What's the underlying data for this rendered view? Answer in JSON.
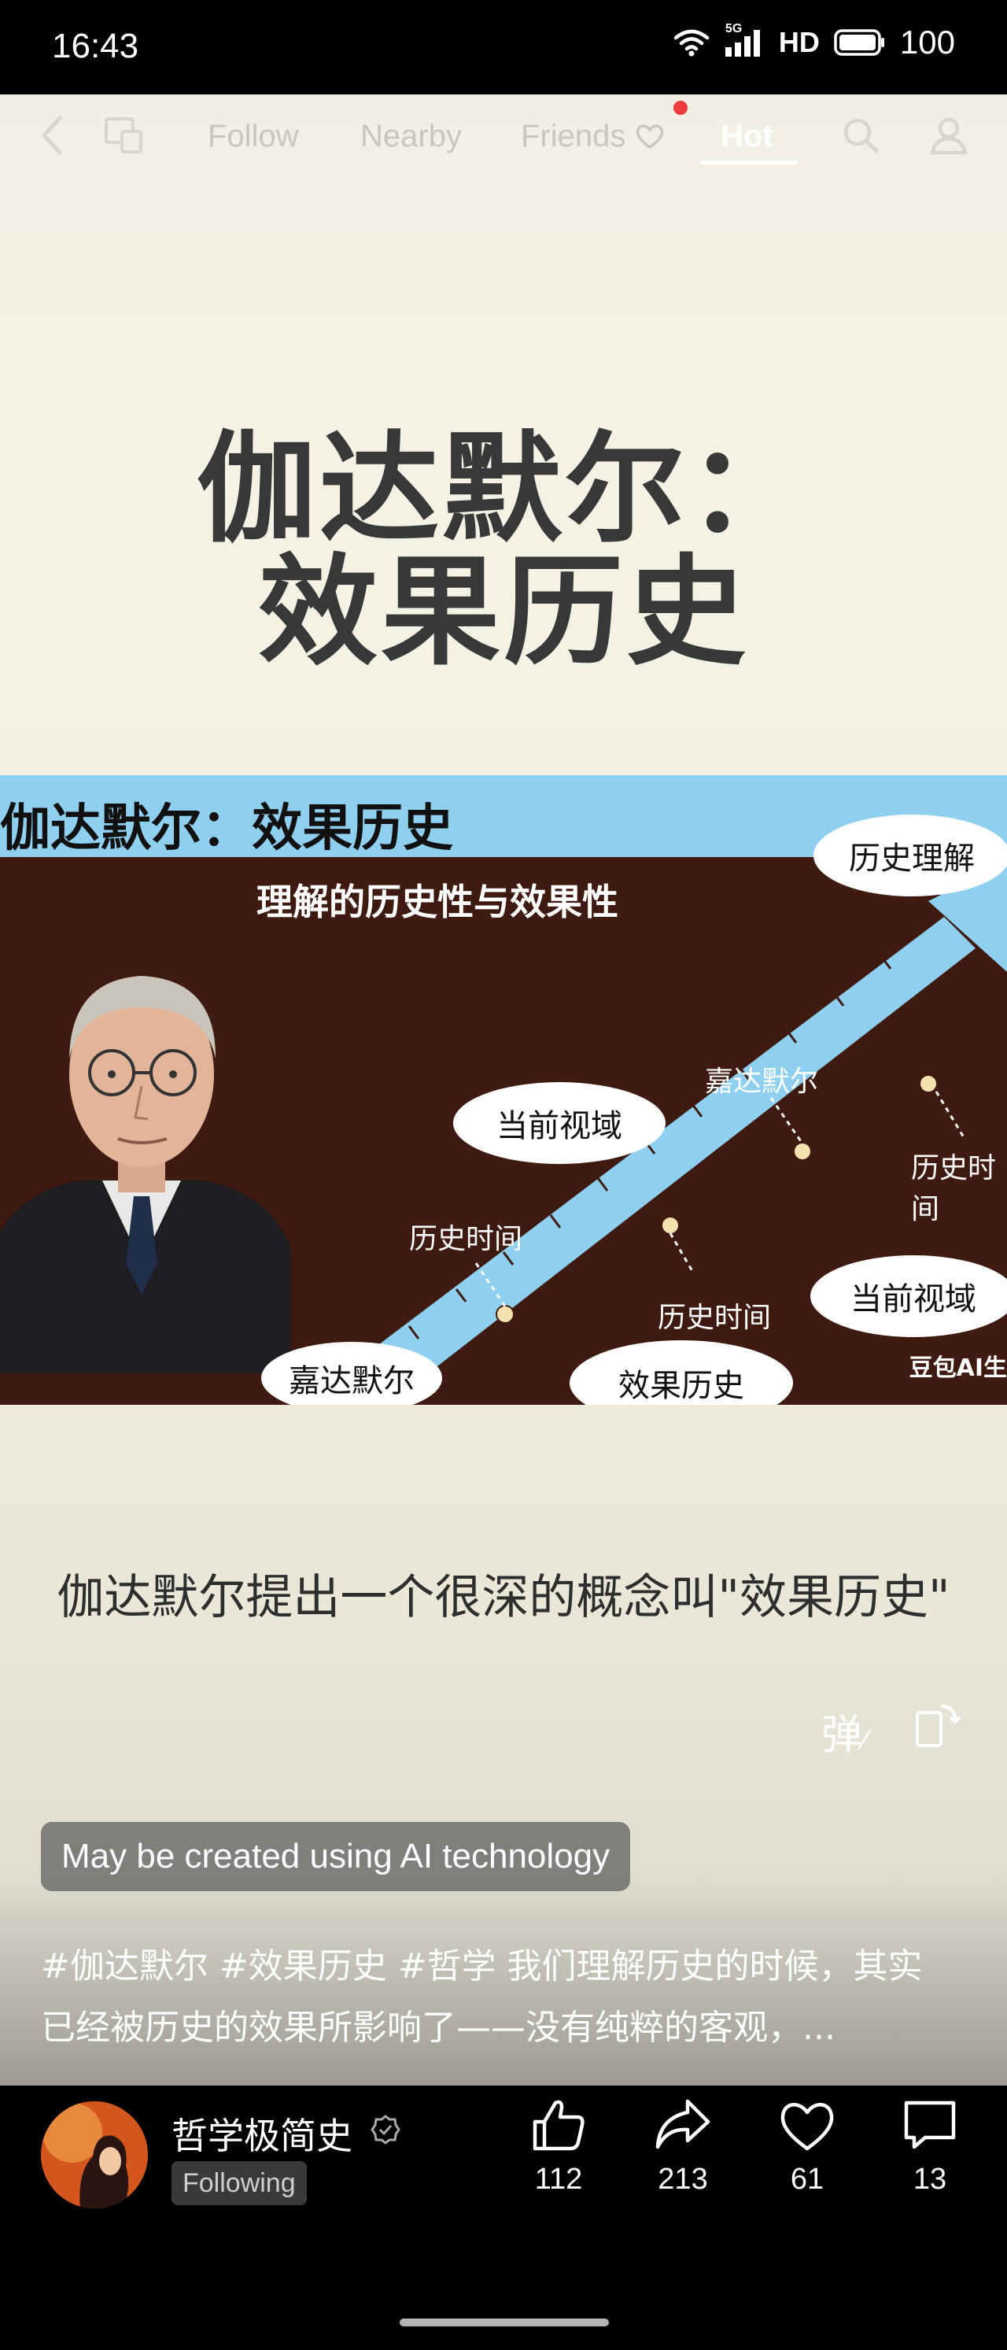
{
  "status_bar": {
    "time": "16:43",
    "network": "5G",
    "hd": "HD",
    "battery": "100",
    "icons": [
      "wifi-icon",
      "signal-icon",
      "battery-icon"
    ]
  },
  "nav": {
    "tabs": [
      {
        "label": "Follow",
        "active": false
      },
      {
        "label": "Nearby",
        "active": false
      },
      {
        "label": "Friends",
        "active": false,
        "has_dot": true
      },
      {
        "label": "Hot",
        "active": true
      }
    ],
    "icons": [
      "back-icon",
      "screen-cast-icon",
      "heart-icon",
      "search-icon",
      "profile-icon"
    ]
  },
  "video": {
    "title_line1": "伽达默尔：",
    "title_line2": "效果历史",
    "infographic": {
      "banner": "伽达默尔：效果历史",
      "subtitle": "理解的历史性与效果性",
      "labels": {
        "history_time_left": "历史时间",
        "history_time_mid": "历史时间",
        "gadamer_top": "嘉达默尔",
        "history_time_right": "历史时间"
      },
      "bubbles": {
        "history_understanding": "历史理解",
        "current_horizon_top": "当前视域",
        "current_horizon_right": "当前视域",
        "gadamer_bottom": "嘉达默尔",
        "effect_history": "效果历史"
      },
      "watermark": "豆包AI生"
    },
    "caption": "伽达默尔提出一个很深的概念叫\"效果历史\"",
    "danmu_label": "弹"
  },
  "ai_notice": "May be created using AI technology",
  "description_line1": "#伽达默尔 #效果历史 #哲学 我们理解历史的时候，其实",
  "description_line2": "已经被历史的效果所影响了——没有纯粹的客观，...",
  "author": {
    "name": "哲学极简史",
    "follow_label": "Following"
  },
  "actions": {
    "like": "112",
    "share": "213",
    "favorite": "61",
    "comment": "13"
  },
  "colors": {
    "banner_blue": "#8fd0f0",
    "infographic_bg": "#3e1a10",
    "red_dot": "#ee3b3b",
    "page_bg": "#f3f0e3"
  }
}
